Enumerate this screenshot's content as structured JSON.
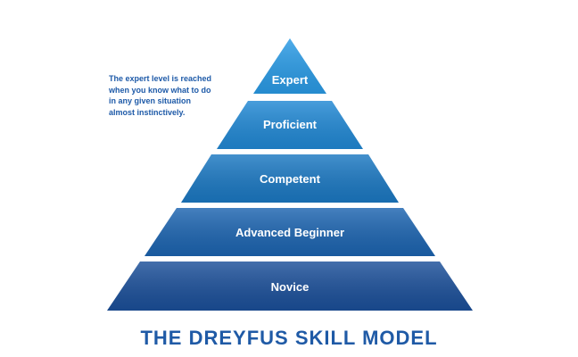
{
  "diagram": {
    "tiers": [
      {
        "label": "Expert",
        "color": "#2a9be6"
      },
      {
        "label": "Proficient",
        "color": "#2188d4"
      },
      {
        "label": "Competent",
        "color": "#1b78c2"
      },
      {
        "label": "Advanced Beginner",
        "color": "#1c64b0"
      },
      {
        "label": "Novice",
        "color": "#1b4f99"
      }
    ],
    "annotation": "The expert level is reached when you know what to do in any given situation almost instinctively.",
    "title": "THE DREYFUS SKILL MODEL"
  }
}
